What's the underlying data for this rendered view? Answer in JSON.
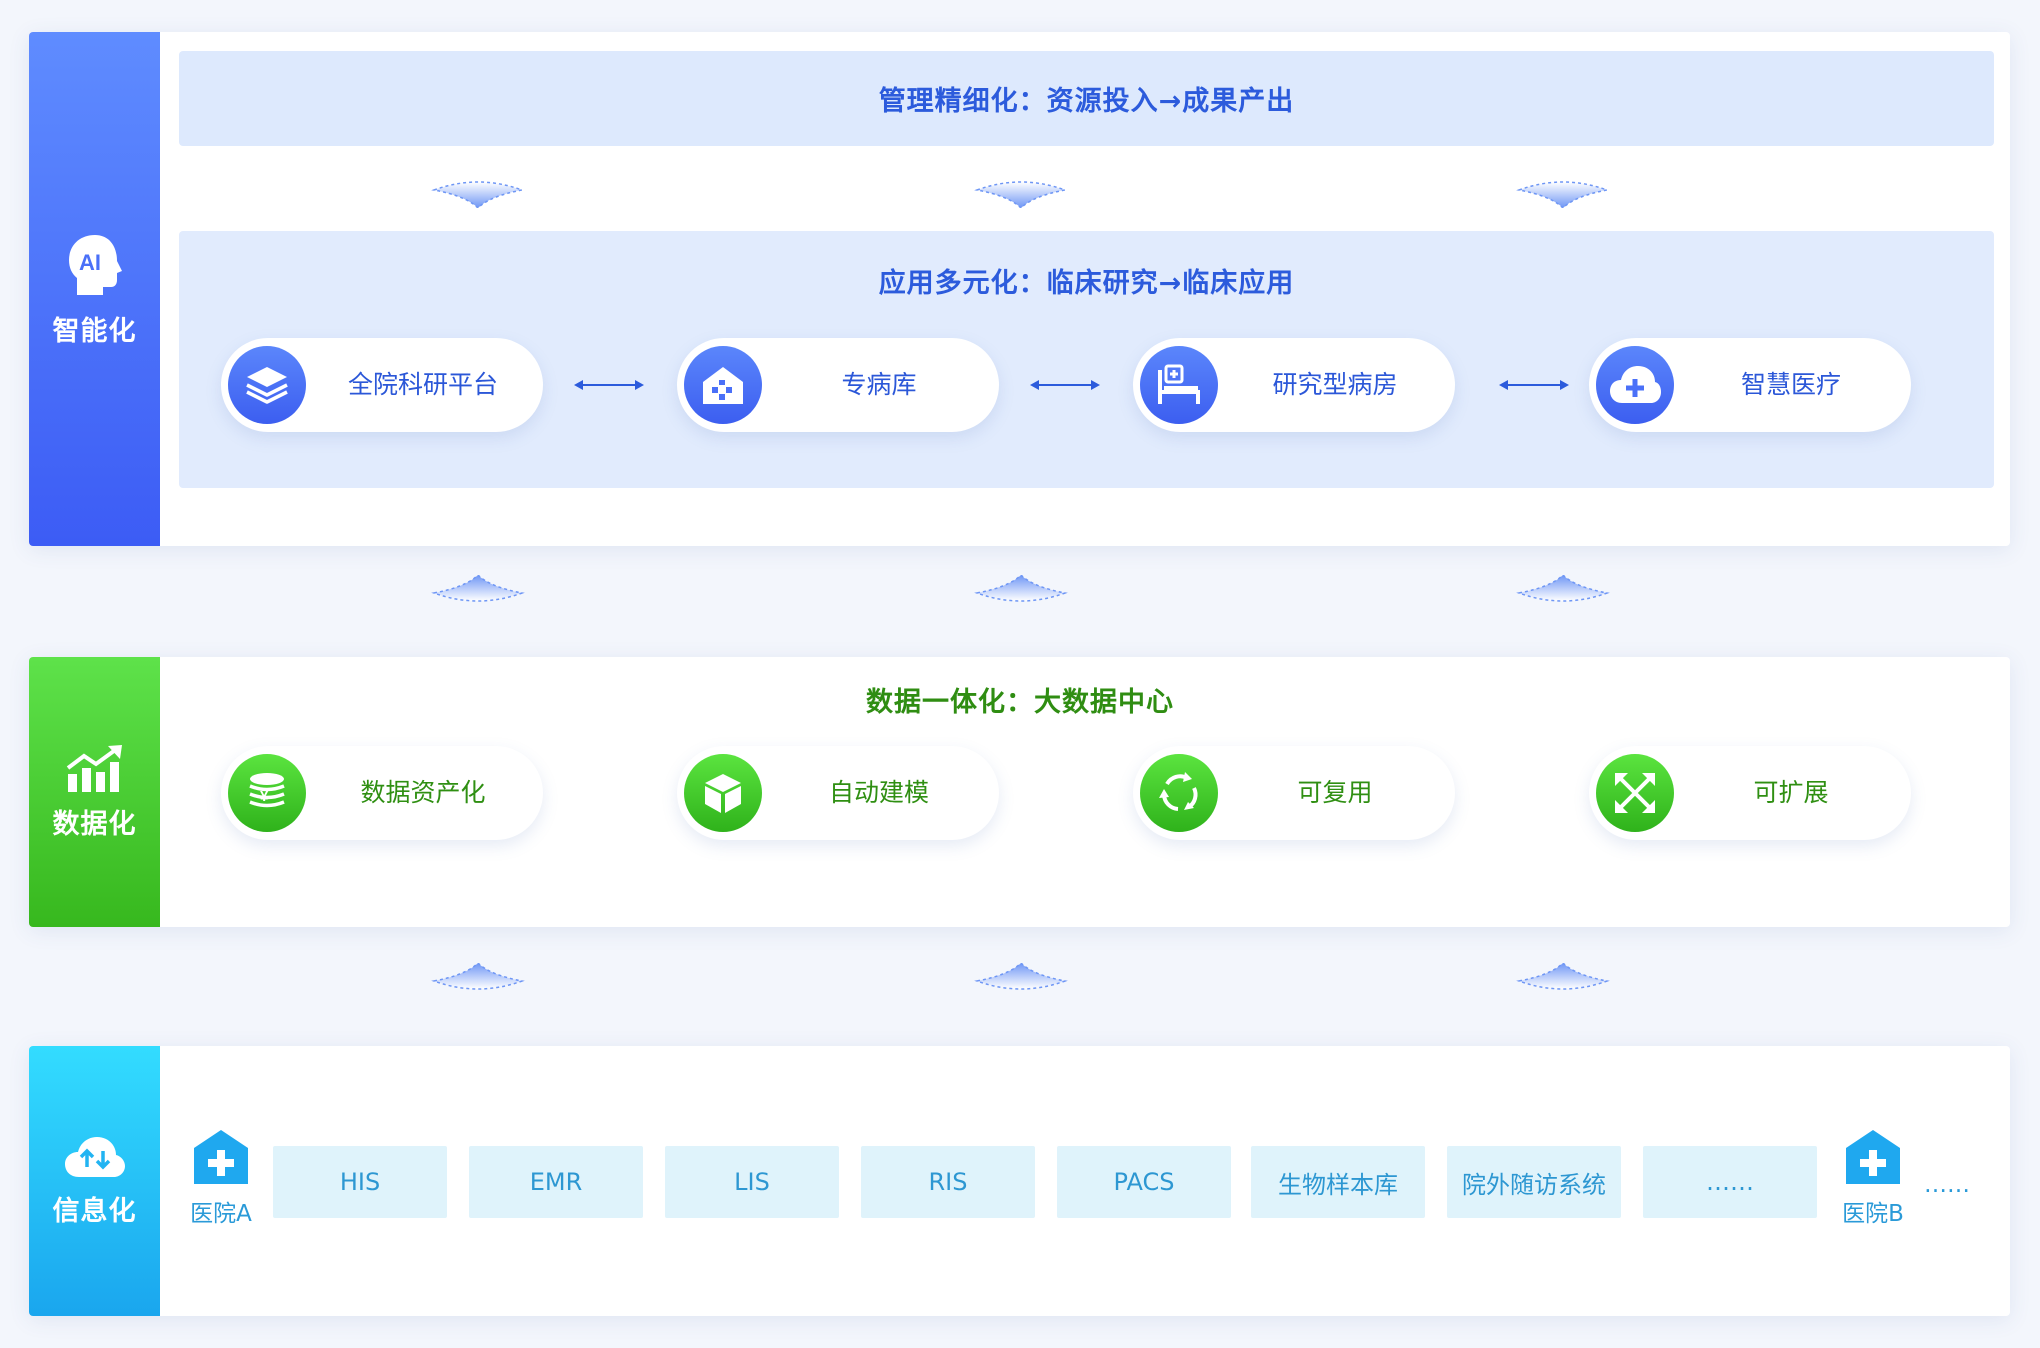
{
  "colors": {
    "ai_accent": "#3c5cf5",
    "data_accent": "#37b81e",
    "info_accent": "#1aa6ee"
  },
  "ai": {
    "label": "智能化",
    "icon": "ai-head-icon",
    "management_title": "管理精细化：资源投入→成果产出",
    "application_title": "应用多元化：临床研究→临床应用",
    "modules": [
      {
        "label": "全院科研平台",
        "icon": "layers-icon"
      },
      {
        "label": "专病库",
        "icon": "house-icon"
      },
      {
        "label": "研究型病房",
        "icon": "hospital-bed-icon"
      },
      {
        "label": "智慧医疗",
        "icon": "cloud-cross-icon"
      }
    ]
  },
  "data": {
    "label": "数据化",
    "icon": "growth-chart-icon",
    "title": "数据一体化：大数据中心",
    "modules": [
      {
        "label": "数据资产化",
        "icon": "coin-stack-icon"
      },
      {
        "label": "自动建模",
        "icon": "cube-icon"
      },
      {
        "label": "可复用",
        "icon": "recycle-icon"
      },
      {
        "label": "可扩展",
        "icon": "expand-icon"
      }
    ]
  },
  "info": {
    "label": "信息化",
    "icon": "cloud-sync-icon",
    "hospital_a": "医院A",
    "hospital_b": "医院B",
    "systems": [
      "HIS",
      "EMR",
      "LIS",
      "RIS",
      "PACS",
      "生物样本库",
      "院外随访系统",
      "……"
    ],
    "trailing": "……"
  }
}
